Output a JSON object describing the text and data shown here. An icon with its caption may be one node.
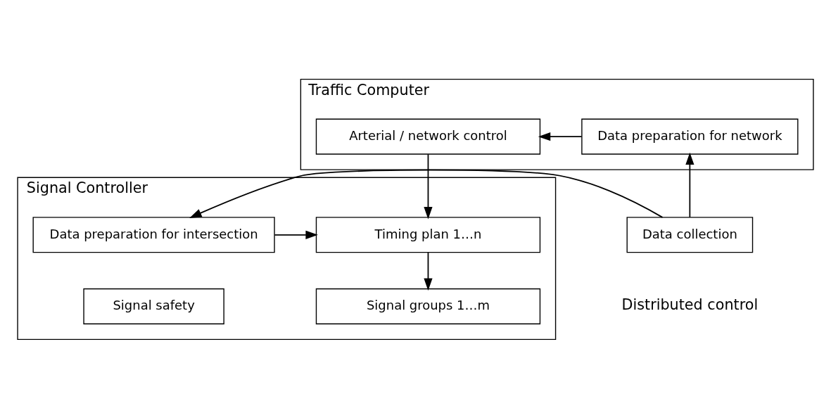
{
  "diagram": {
    "nodes": [
      {
        "text": [
          "Traffic Computer"
        ]
      },
      {
        "text": [
          "Arterial / network control"
        ],
        "in": 0
      },
      {
        "text": [
          "Data preparation for network"
        ],
        "in": 0
      },
      {
        "text": [
          "Signal Controller"
        ]
      },
      {
        "text": [
          "Timing plan 1…n"
        ],
        "in": 3
      },
      {
        "text": [
          "Data preparation for intersection"
        ],
        "in": 3
      },
      {
        "text": [
          "Signal groups 1…m"
        ],
        "in": 3
      },
      {
        "text": [
          "Signal safety"
        ],
        "in": 3
      },
      {
        "text": [
          "Data collection"
        ]
      }
    ],
    "edges": [
      {
        "from": 2,
        "to": 1,
        "arrow": "to"
      },
      {
        "from": 1,
        "to": 4,
        "arrow": "to"
      },
      {
        "from": 5,
        "to": 4,
        "arrow": "to"
      },
      {
        "from": 8,
        "to": 5,
        "arrow": "to"
      },
      {
        "from": 8,
        "to": 2,
        "arrow": "to"
      },
      {
        "from": 4,
        "to": 6,
        "arrow": "to"
      }
    ],
    "labels": [
      "Distributed control"
    ]
  }
}
